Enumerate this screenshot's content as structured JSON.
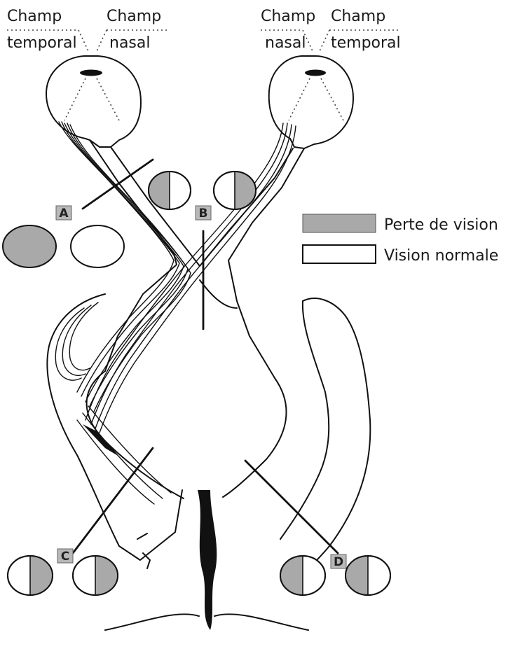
{
  "labels": {
    "left_temporal": [
      "Champ",
      "temporal"
    ],
    "left_nasal": [
      "Champ",
      "nasal"
    ],
    "right_nasal": [
      "Champ",
      "nasal"
    ],
    "right_temporal": [
      "Champ",
      "temporal"
    ]
  },
  "lesions": [
    {
      "id": "A",
      "label": "A",
      "left_field": "full",
      "right_field": "none"
    },
    {
      "id": "B",
      "label": "B",
      "left_field": "left-half",
      "right_field": "right-half"
    },
    {
      "id": "C",
      "label": "C",
      "left_field": "right-half",
      "right_field": "right-half"
    },
    {
      "id": "D",
      "label": "D",
      "left_field": "left-half",
      "right_field": "left-half"
    }
  ],
  "legend": [
    {
      "label": "Perte de vision",
      "swatch": "loss"
    },
    {
      "label": "Vision normale",
      "swatch": "normal"
    }
  ],
  "colors": {
    "loss": "#a9a9a9",
    "normal": "#ffffff",
    "stroke": "#111111"
  }
}
